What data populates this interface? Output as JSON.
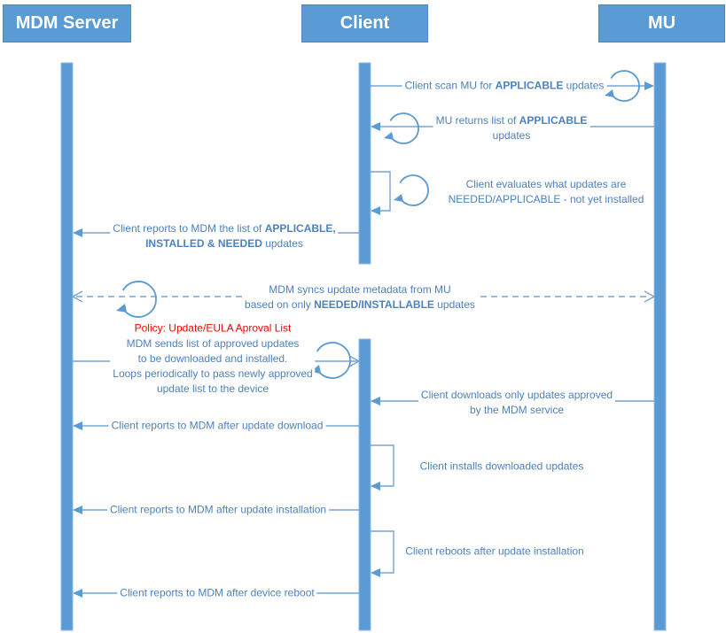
{
  "actors": {
    "mdm": "MDM Server",
    "client": "Client",
    "mu": "MU"
  },
  "messages": {
    "scan": {
      "from": "Client",
      "to": "MU",
      "style": "solid",
      "lines": [
        [
          {
            "t": "Client scan MU for "
          },
          {
            "t": "APPLICABLE",
            "b": true
          },
          {
            "t": " updates"
          }
        ]
      ]
    },
    "mu_returns": {
      "from": "MU",
      "to": "Client",
      "style": "solid",
      "lines": [
        [
          {
            "t": "MU returns list of "
          },
          {
            "t": "APPLICABLE",
            "b": true
          }
        ],
        [
          {
            "t": "updates"
          }
        ]
      ]
    },
    "evaluate": {
      "from": "Client",
      "to": "Client",
      "style": "self",
      "lines": [
        [
          {
            "t": "Client evaluates what updates are"
          }
        ],
        [
          {
            "t": "NEEDED/APPLICABLE - not yet installed"
          }
        ]
      ]
    },
    "report_list": {
      "from": "Client",
      "to": "MDM Server",
      "style": "solid",
      "lines": [
        [
          {
            "t": "Client reports to MDM the list of "
          },
          {
            "t": "APPLICABLE,",
            "b": true
          }
        ],
        [
          {
            "t": "INSTALLED & NEEDED",
            "b": true
          },
          {
            "t": " updates"
          }
        ]
      ]
    },
    "sync": {
      "from": "MDM Server",
      "to": "MU",
      "style": "dashed-bidirectional",
      "lines": [
        [
          {
            "t": "MDM syncs update metadata from MU"
          }
        ],
        [
          {
            "t": "based on only "
          },
          {
            "t": "NEEDED/INSTALLABLE",
            "b": true
          },
          {
            "t": " updates"
          }
        ]
      ]
    },
    "policy_title": "Policy: Update/EULA Aproval List",
    "policy_body": {
      "from": "MDM Server",
      "to": "Client",
      "style": "open-arrow",
      "lines": [
        [
          {
            "t": "MDM sends list of approved updates"
          }
        ],
        [
          {
            "t": "to be downloaded and installed."
          }
        ],
        [
          {
            "t": "Loops periodically to pass newly approved"
          }
        ],
        [
          {
            "t": "update list to the device"
          }
        ]
      ]
    },
    "download": {
      "from": "MU",
      "to": "Client",
      "style": "solid",
      "lines": [
        [
          {
            "t": "Client downloads only updates approved"
          }
        ],
        [
          {
            "t": "by the MDM service"
          }
        ]
      ]
    },
    "report_download": {
      "from": "Client",
      "to": "MDM Server",
      "style": "solid",
      "lines": [
        [
          {
            "t": "Client reports to MDM after update download"
          }
        ]
      ]
    },
    "install": {
      "from": "Client",
      "to": "Client",
      "style": "self",
      "lines": [
        [
          {
            "t": "Client installs downloaded updates"
          }
        ]
      ]
    },
    "report_install": {
      "from": "Client",
      "to": "MDM Server",
      "style": "solid",
      "lines": [
        [
          {
            "t": "Client reports to MDM after update installation"
          }
        ]
      ]
    },
    "reboot": {
      "from": "Client",
      "to": "Client",
      "style": "self",
      "lines": [
        [
          {
            "t": "Client reboots after update installation"
          }
        ]
      ]
    },
    "report_reboot": {
      "from": "Client",
      "to": "MDM Server",
      "style": "solid",
      "lines": [
        [
          {
            "t": "Client reports to MDM after device reboot"
          }
        ]
      ]
    }
  },
  "colors": {
    "actor_blue": "#5b9bd5",
    "line_blue": "#74a3d6",
    "text_blue": "#4e81bd",
    "policy_red": "#ff0000"
  }
}
